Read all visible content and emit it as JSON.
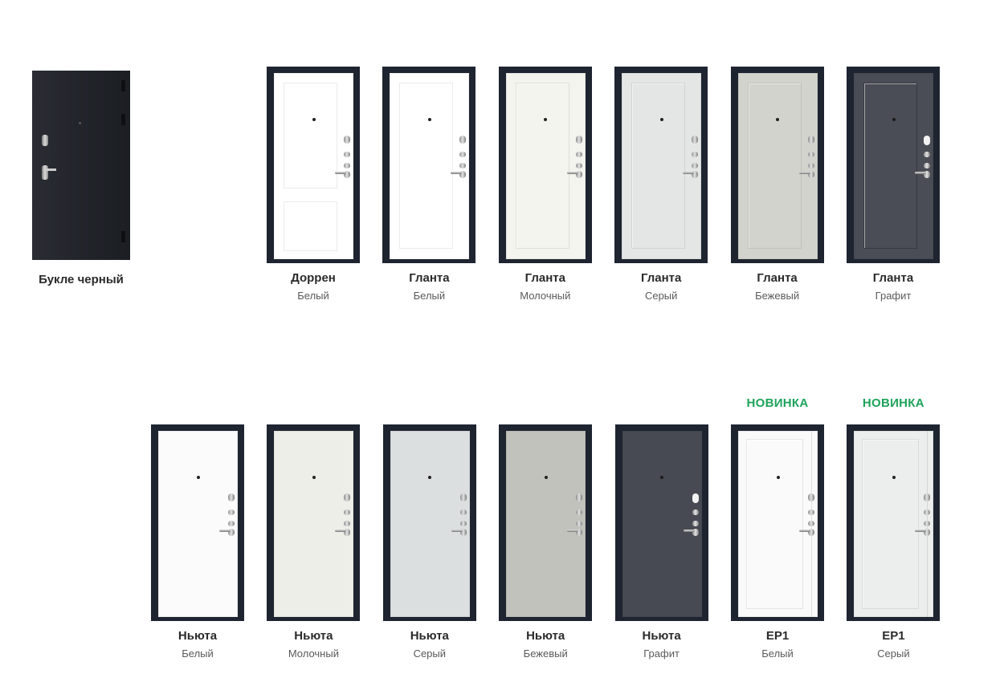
{
  "exterior": {
    "name": "Букле черный"
  },
  "row1": [
    {
      "model": "Доррен",
      "finish": "Белый",
      "color": "#ffffff",
      "style": "two-panel"
    },
    {
      "model": "Гланта",
      "finish": "Белый",
      "color": "#ffffff",
      "style": "one-panel"
    },
    {
      "model": "Гланта",
      "finish": "Молочный",
      "color": "#f3f4ee",
      "style": "one-panel"
    },
    {
      "model": "Гланта",
      "finish": "Серый",
      "color": "#e4e6e6",
      "style": "one-panel"
    },
    {
      "model": "Гланта",
      "finish": "Бежевый",
      "color": "#d2d3cd",
      "style": "one-panel"
    },
    {
      "model": "Гланта",
      "finish": "Графит",
      "color": "#4a4d55",
      "style": "one-panel"
    }
  ],
  "row2": [
    {
      "model": "Ньюта",
      "finish": "Белый",
      "color": "#fbfbfb",
      "style": "flat"
    },
    {
      "model": "Ньюта",
      "finish": "Молочный",
      "color": "#eeeee8",
      "style": "flat"
    },
    {
      "model": "Ньюта",
      "finish": "Серый",
      "color": "#dcdfe0",
      "style": "flat"
    },
    {
      "model": "Ньюта",
      "finish": "Бежевый",
      "color": "#c2c2bc",
      "style": "flat"
    },
    {
      "model": "Ньюта",
      "finish": "Графит",
      "color": "#474a52",
      "style": "flat"
    },
    {
      "model": "EP1",
      "finish": "Белый",
      "color": "#fafafa",
      "style": "ep1",
      "badge": "НОВИНКА"
    },
    {
      "model": "EP1",
      "finish": "Серый",
      "color": "#eceeed",
      "style": "ep1",
      "badge": "НОВИНКА"
    }
  ],
  "accent_color": "#1ea35a"
}
